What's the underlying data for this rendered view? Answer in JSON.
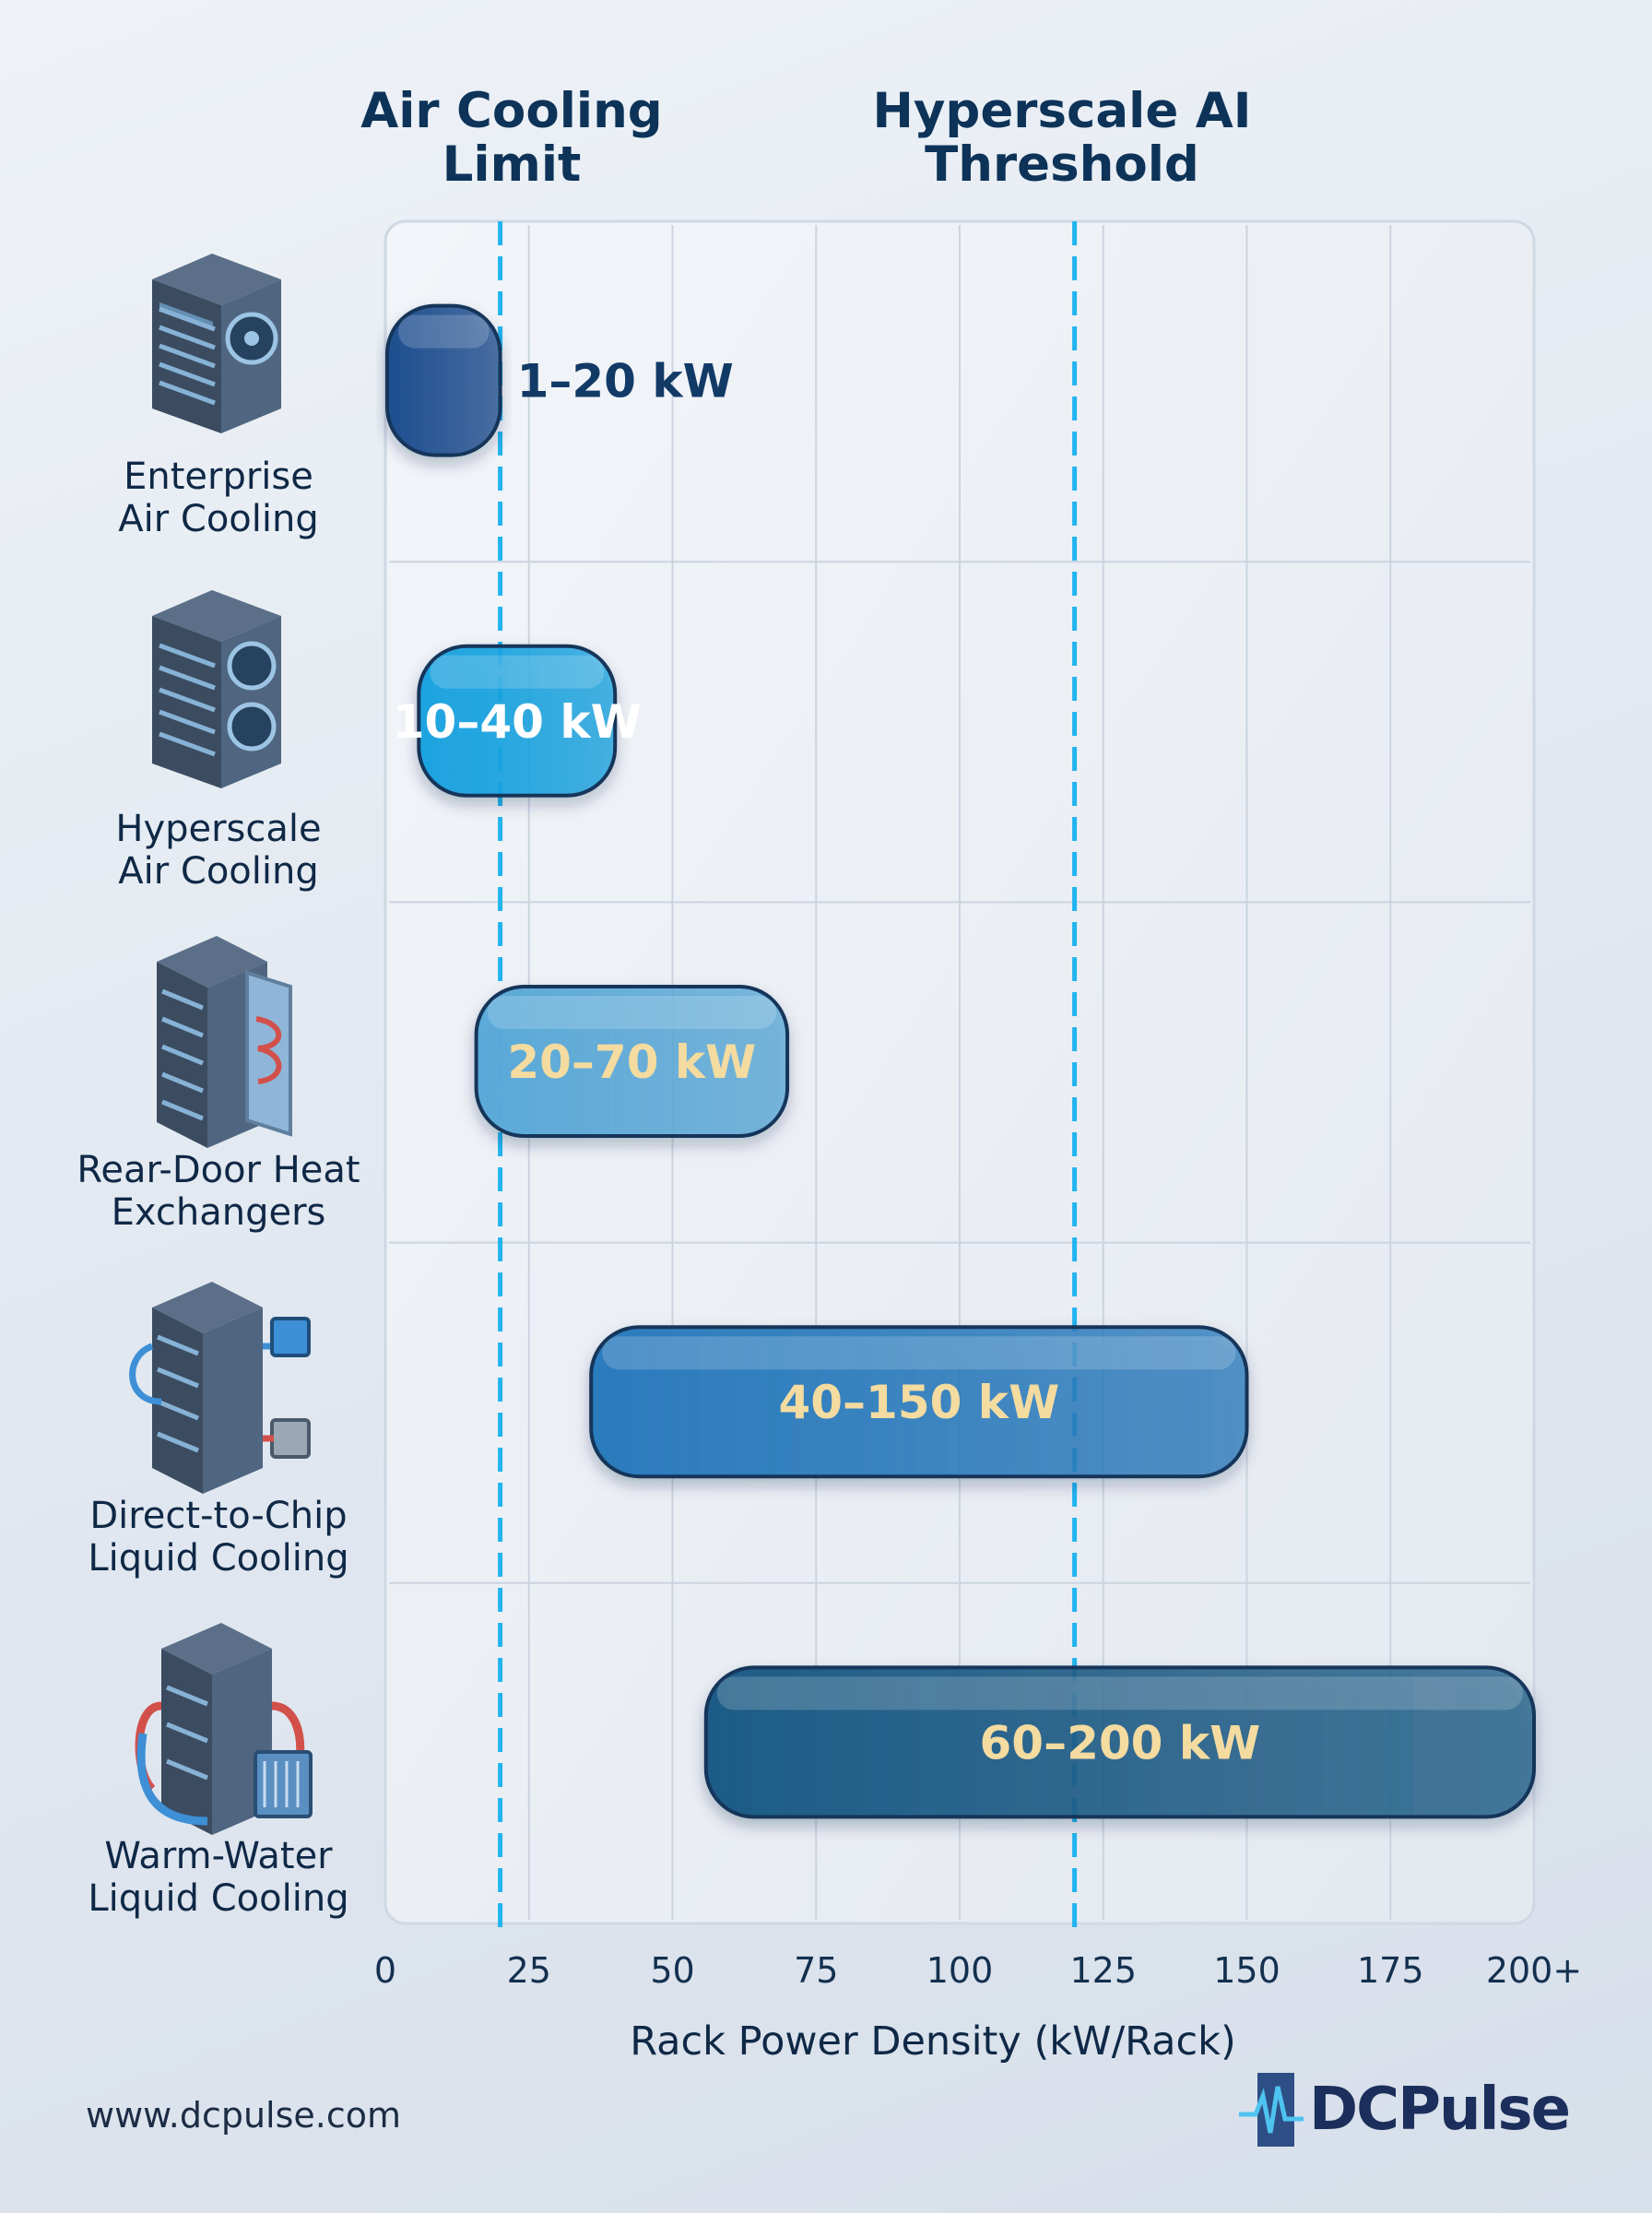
{
  "chart_data": {
    "type": "bar",
    "orientation": "horizontal",
    "style": "floating-range",
    "categories": [
      "Enterprise Air Cooling",
      "Hyperscale Air Cooling",
      "Rear-Door Heat Exchangers",
      "Direct-to-Chip Liquid Cooling",
      "Warm-Water Liquid Cooling"
    ],
    "category_lines": [
      [
        "Enterprise",
        "Air Cooling"
      ],
      [
        "Hyperscale",
        "Air Cooling"
      ],
      [
        "Rear-Door Heat",
        "Exchangers"
      ],
      [
        "Direct-to-Chip",
        "Liquid Cooling"
      ],
      [
        "Warm-Water",
        "Liquid Cooling"
      ]
    ],
    "category_icons": [
      "air-cooled-server-icon",
      "dual-fan-server-icon",
      "rear-door-heat-exchanger-icon",
      "direct-to-chip-server-icon",
      "warm-water-loop-server-icon"
    ],
    "ranges": [
      {
        "low": 1,
        "high": 20,
        "label": "1–20 kW",
        "color": "#1e4e8f"
      },
      {
        "low": 10,
        "high": 40,
        "label": "10–40 kW",
        "color": "#1aa3e0"
      },
      {
        "low": 20,
        "high": 70,
        "label": "20–70 kW",
        "color": "#5aa9d8"
      },
      {
        "low": 40,
        "high": 150,
        "label": "40–150 kW",
        "color": "#2a7bbd"
      },
      {
        "low": 60,
        "high": 200,
        "label": "60–200 kW",
        "color": "#1d5c86"
      }
    ],
    "thresholds": [
      {
        "value": 20,
        "label_lines": [
          "Air Cooling",
          "Limit"
        ]
      },
      {
        "value": 120,
        "label_lines": [
          "Hyperscale AI",
          "Threshold"
        ]
      }
    ],
    "xlabel": "Rack Power Density (kW/Rack)",
    "xlim": [
      0,
      200
    ],
    "xticks": [
      0,
      25,
      50,
      75,
      100,
      125,
      150,
      175,
      200
    ],
    "xtick_labels": [
      "0",
      "25",
      "50",
      "75",
      "100",
      "125",
      "150",
      "175",
      "200+"
    ],
    "grid": true,
    "colors": {
      "threshold": "#22b4ef",
      "label_light": "#ffffff",
      "label_warm": "#f4dba0",
      "label_dark": "#123a66"
    }
  },
  "footer": {
    "url": "www.dcpulse.com",
    "brand": "DCPulse"
  }
}
